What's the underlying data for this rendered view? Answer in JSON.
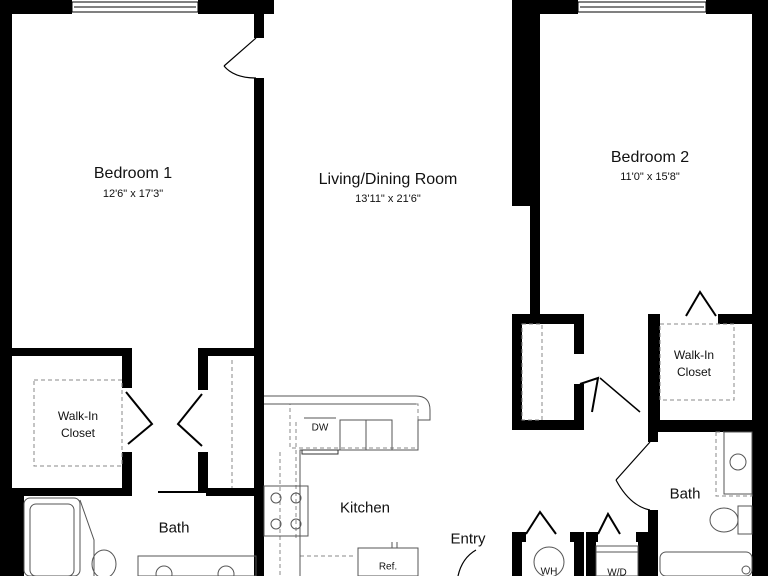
{
  "rooms": {
    "bedroom1": {
      "name": "Bedroom 1",
      "dims": "12'6\" x 17'3\""
    },
    "living": {
      "name": "Living/Dining Room",
      "dims": "13'11\" x 21'6\""
    },
    "bedroom2": {
      "name": "Bedroom 2",
      "dims": "11'0\" x 15'8\""
    },
    "closet1": {
      "line1": "Walk-In",
      "line2": "Closet"
    },
    "closet2": {
      "line1": "Walk-In",
      "line2": "Closet"
    },
    "bath1": {
      "name": "Bath"
    },
    "bath2": {
      "name": "Bath"
    },
    "kitchen": {
      "name": "Kitchen"
    },
    "entry": {
      "name": "Entry"
    }
  },
  "fixtures": {
    "dishwasher": "DW",
    "refrigerator": "Ref.",
    "water_heater": "WH",
    "washer_dryer": "W/D"
  },
  "colors": {
    "wall": "#000000",
    "dashed": "#888888",
    "fixture": "#555555",
    "background": "#ffffff"
  }
}
